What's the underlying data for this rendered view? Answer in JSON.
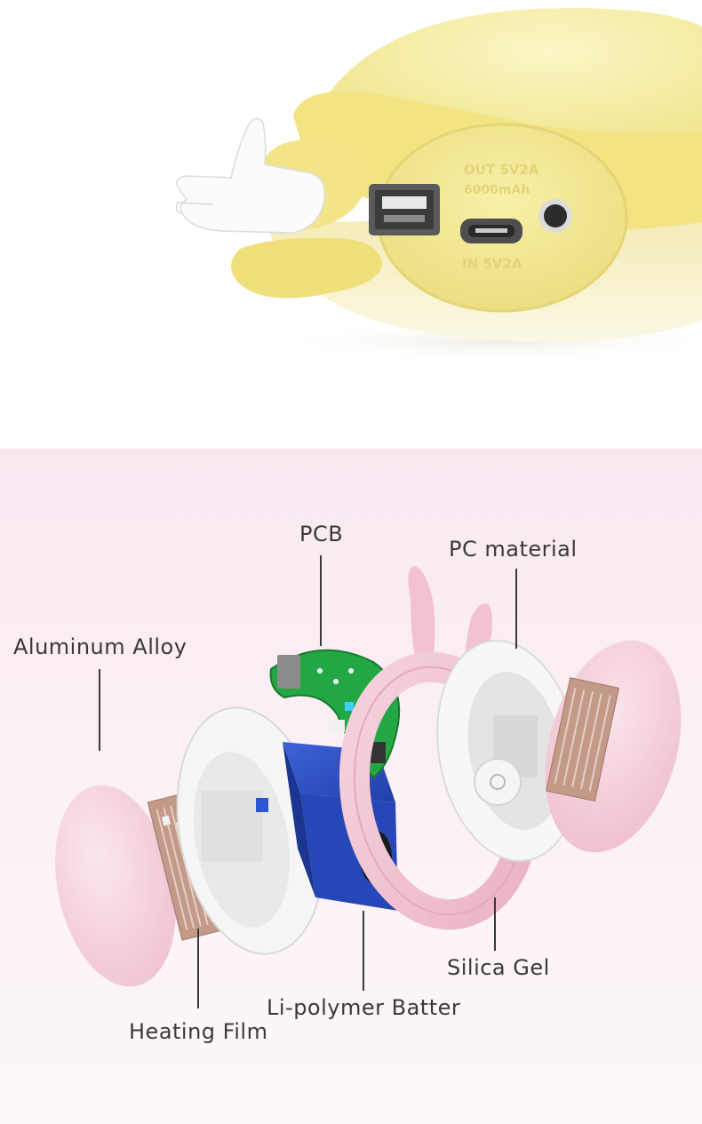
{
  "product": {
    "port_labels": {
      "out_rating": "OUT 5V2A",
      "capacity": "6000mAh",
      "in_rating": "IN 5V2A"
    }
  },
  "labels": {
    "pcb": "PCB",
    "pc_material": "PC material",
    "aluminum_alloy": "Aluminum Alloy",
    "silica_gel": "Silica Gel",
    "battery": "Li-polymer Batter",
    "heating_film": "Heating Film"
  },
  "colors": {
    "shell_yellow": "#f7ee9f",
    "shell_pink": "#f3c9d6",
    "battery_blue": "#2746b8",
    "pcb_green": "#23a744",
    "background_pink": "#f8e9f1",
    "label_text": "#3a3a3a"
  }
}
